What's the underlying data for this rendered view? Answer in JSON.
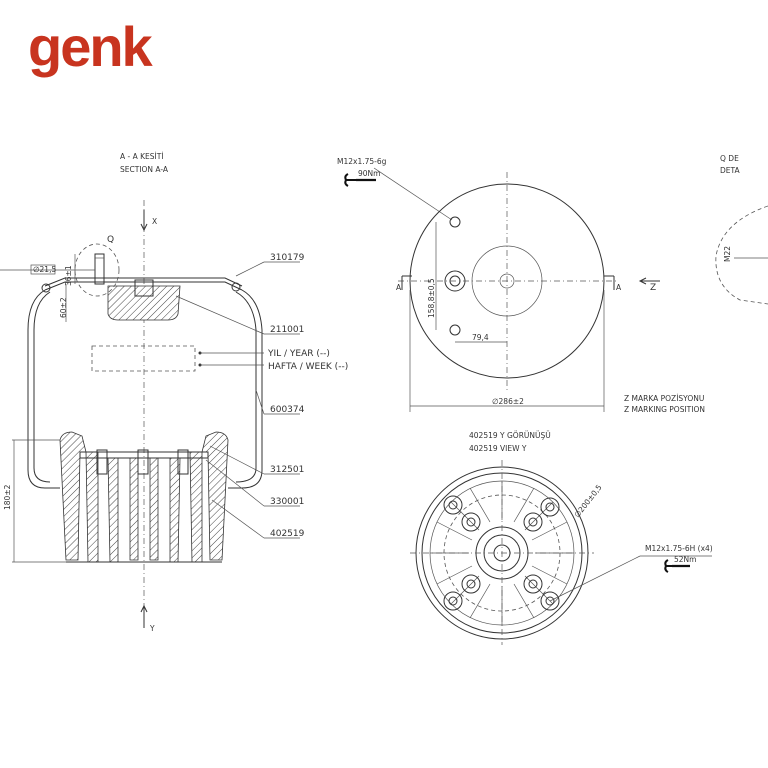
{
  "brand": {
    "name": "genk",
    "color": "#c8341f"
  },
  "section_a": {
    "title_tr": "A - A KESİTİ",
    "title_en": "SECTION A-A",
    "axis_x": "X",
    "axis_y": "Y",
    "detail_ref": "Q",
    "dim_top": "36±1",
    "dim_side": "60±2",
    "dim_height": "180±2",
    "dim_box": "∅21,5",
    "parts": [
      "310179",
      "211001",
      "600374",
      "312501",
      "330001",
      "402519"
    ],
    "marking_year": "YIL / YEAR (--)",
    "marking_week": "HAFTA / WEEK (--)"
  },
  "top_view": {
    "thread": "M12x1.75-6g",
    "torque": "90Nm",
    "dim_offset_v": "158,8±0,5",
    "dim_offset_h": "79,4",
    "dim_diameter": "∅286±2",
    "section_mark_left": "A",
    "section_mark_right": "A",
    "view_dir": "Z",
    "marking_tr": "Z MARKA POZİSYONU",
    "marking_en": "Z MARKING POSITION"
  },
  "detail_q": {
    "title_tr": "Q DE",
    "title_en": "DETA",
    "thread": "M22"
  },
  "view_y": {
    "title_tr": "402519 Y GÖRÜNÜŞÜ",
    "title_en": "402519 VIEW Y",
    "dim_diameter": "∅200±0,5",
    "thread": "M12x1.75-6H (x4)",
    "torque": "52Nm"
  }
}
